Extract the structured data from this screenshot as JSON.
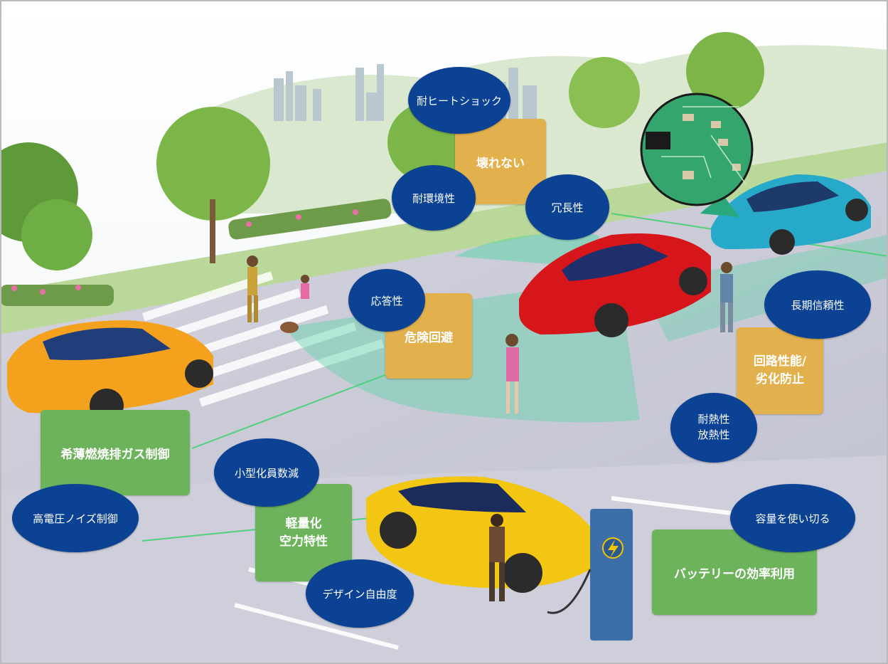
{
  "labels": {
    "heat_shock": "耐ヒートショック",
    "unbreakable": "壊れない",
    "environment": "耐環境性",
    "redundancy": "冗長性",
    "response": "応答性",
    "danger_avoid": "危険回避",
    "long_reliability": "長期信頼性",
    "circuit": "回路性能/\n劣化防止",
    "heat_resist": "耐熱性\n放熱性",
    "lean_burn": "希薄燃焼排ガス制御",
    "hv_noise": "高電圧ノイズ制御",
    "downsize": "小型化員数減",
    "lightweight": "軽量化\n空力特性",
    "design_freedom": "デザイン自由度",
    "capacity": "容量を使い切る",
    "battery": "バッテリーの効率利用"
  },
  "colors": {
    "oval": "#0b4293",
    "yellow_box": "#e2b14e",
    "green_box": "#6db35c",
    "sensor_zone": "#5fd3a8",
    "road": "#c9c9d6"
  },
  "icons": {
    "charger": "lightning-bolt-icon"
  }
}
